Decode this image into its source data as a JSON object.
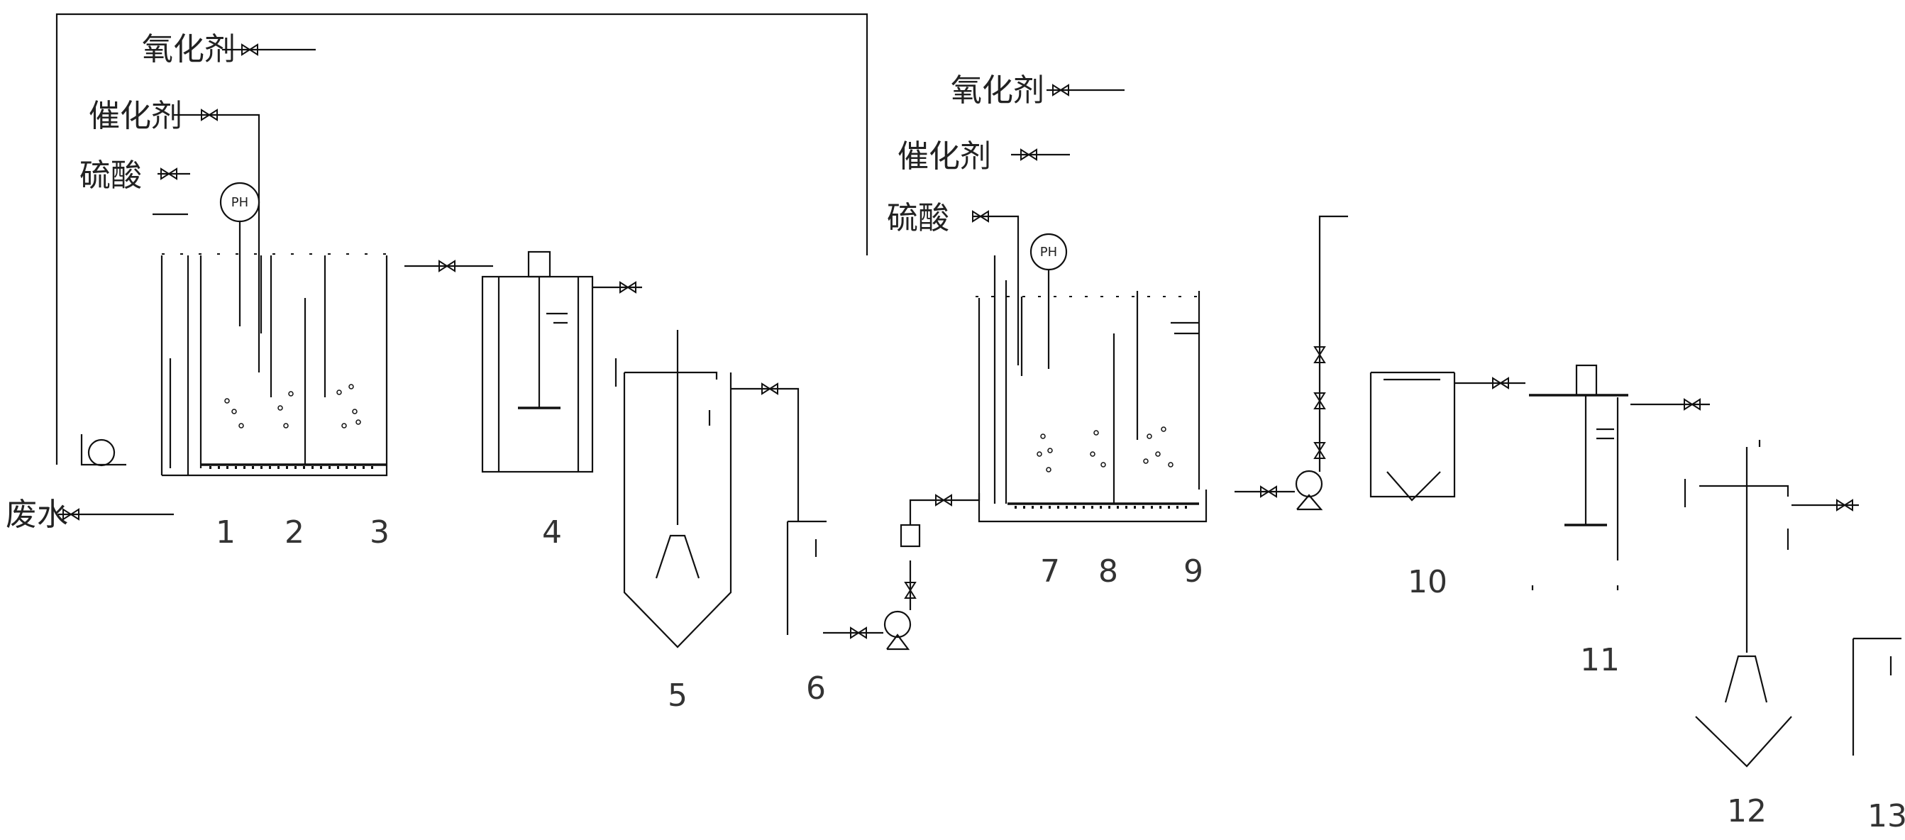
{
  "labels": {
    "oxidant_1": "氧化剂",
    "catalyst_1": "催化剂",
    "sulfuric_acid_1": "硫酸",
    "ph_meter_1": "PH",
    "wastewater": "废水",
    "oxidant_2": "氧化剂",
    "catalyst_2": "催化剂",
    "sulfuric_acid_2": "硫酸",
    "ph_meter_2": "PH"
  },
  "numbers": [
    "1",
    "2",
    "3",
    "4",
    "5",
    "6",
    "7",
    "8",
    "9",
    "10",
    "11",
    "12",
    "13"
  ]
}
